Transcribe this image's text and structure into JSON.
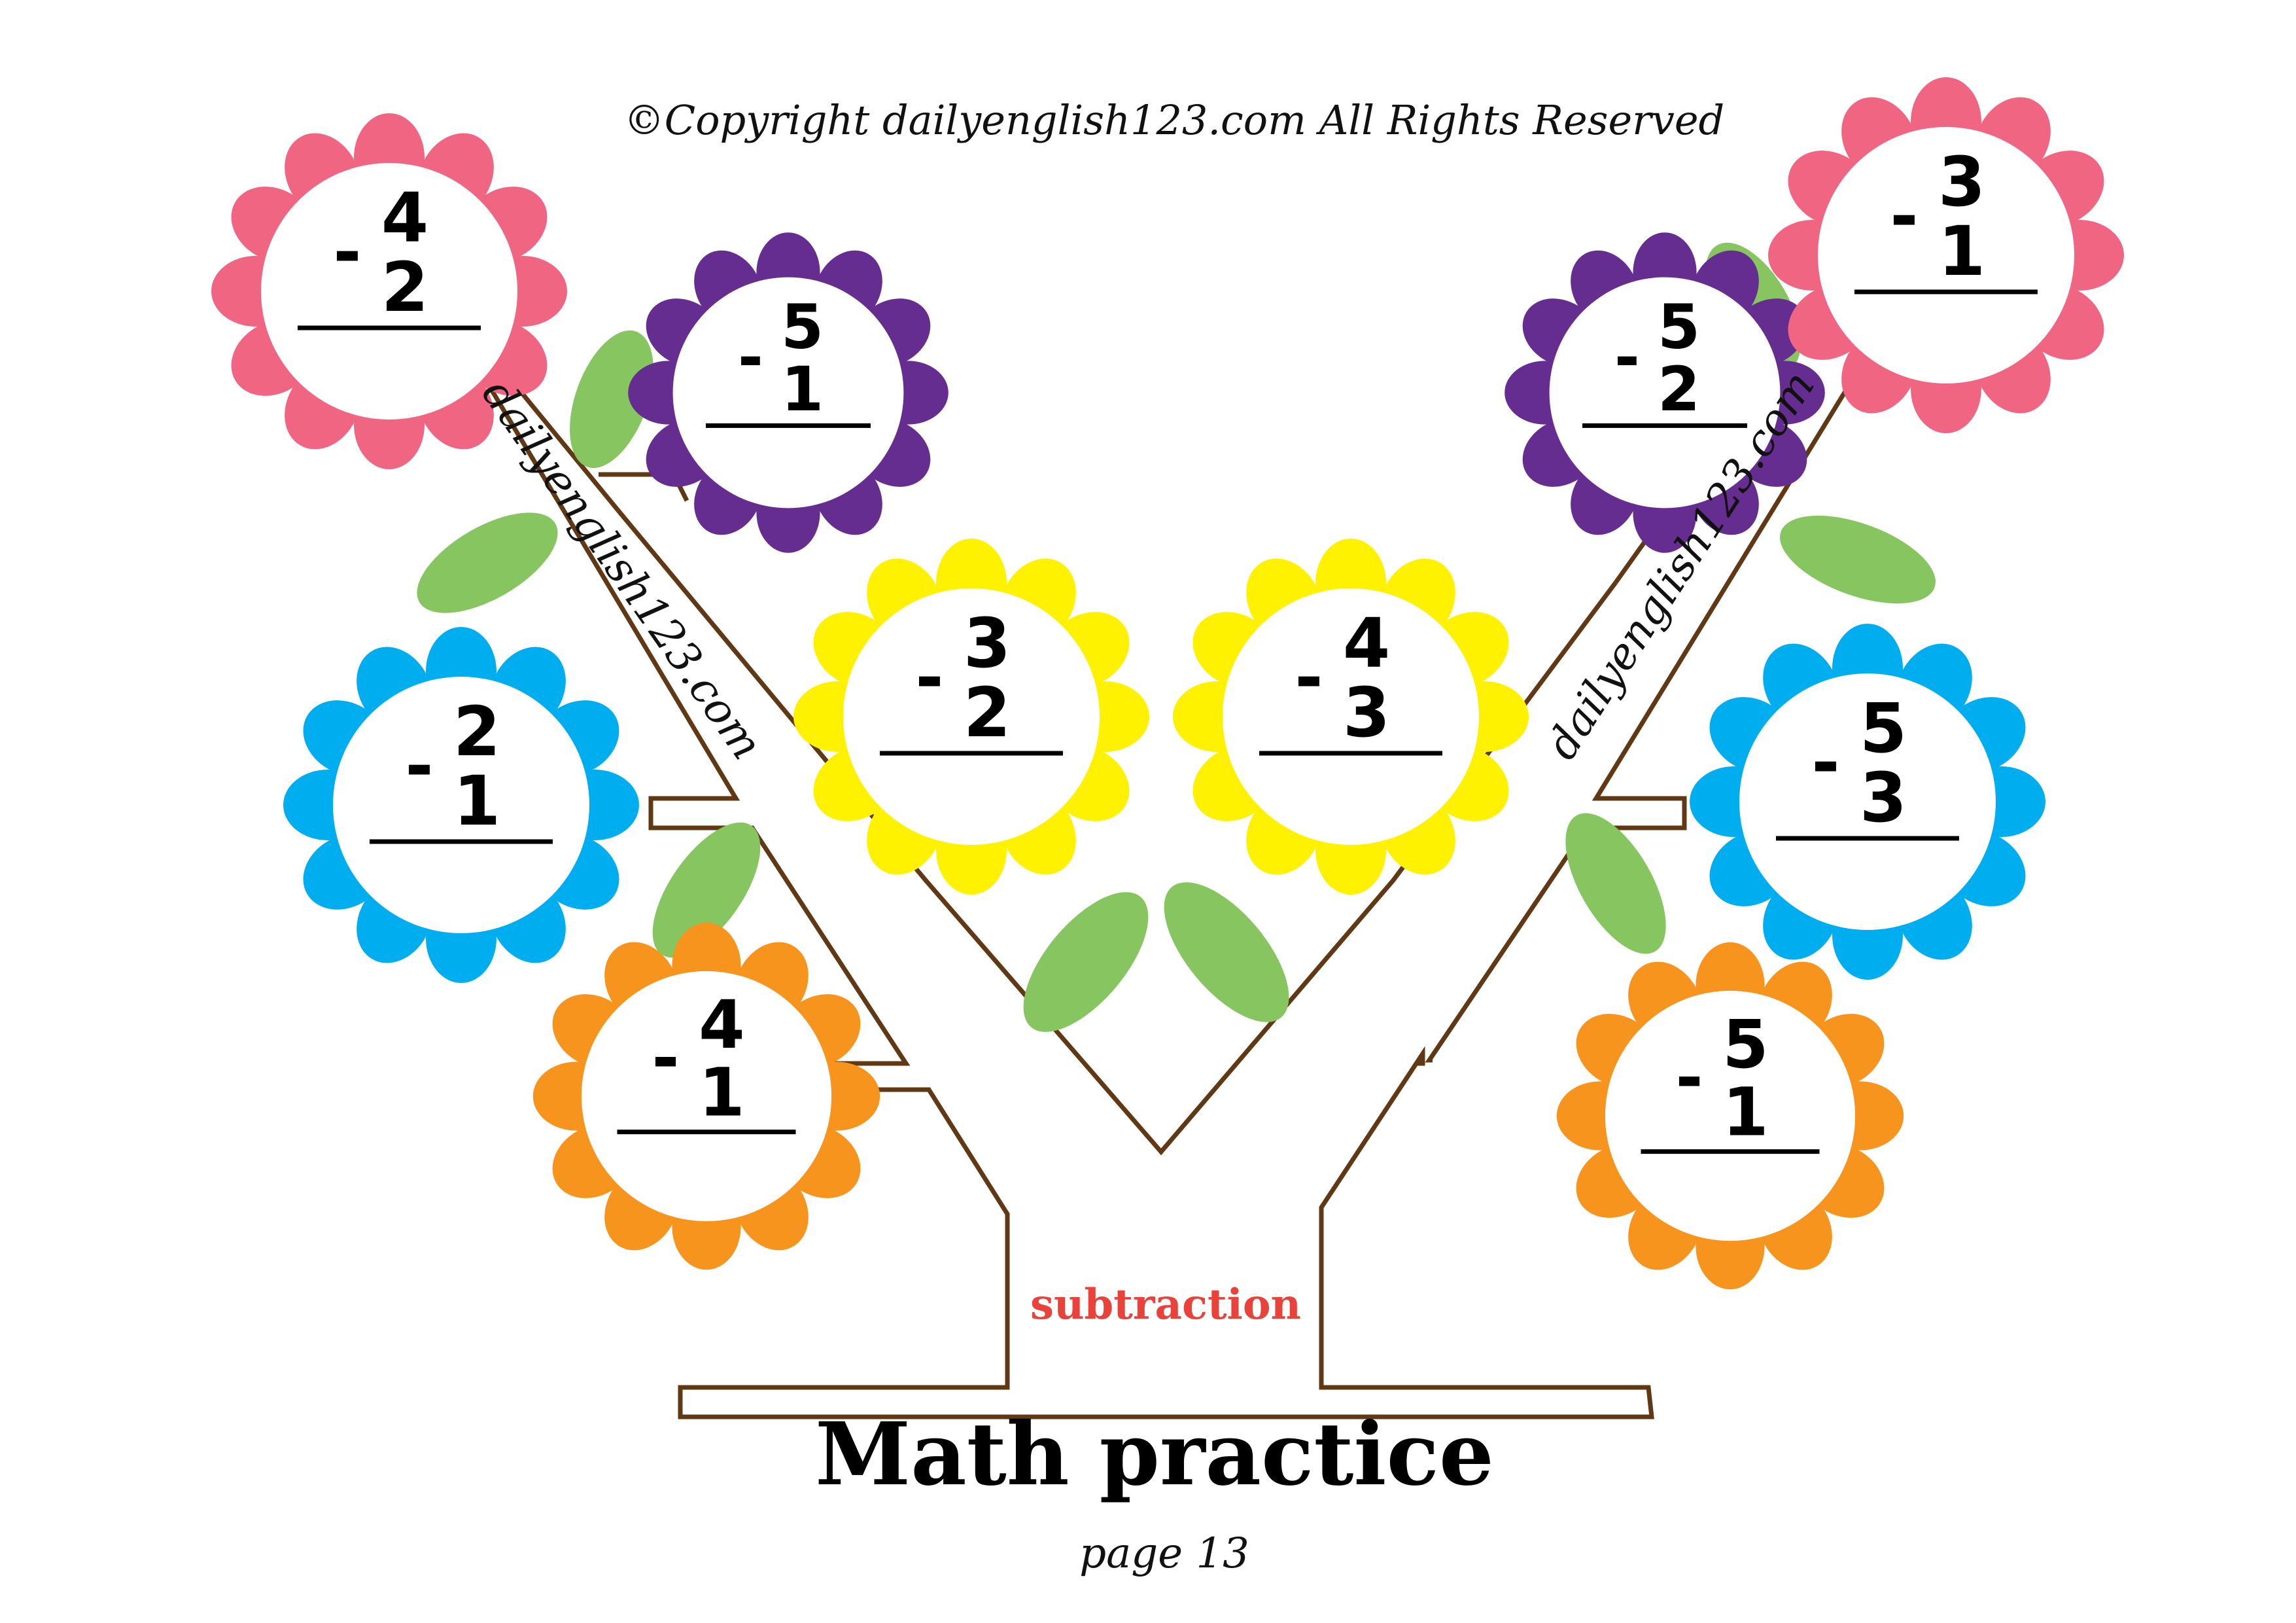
{
  "copyright": "©Copyright dailyenglish123.com  All Rights Reserved",
  "watermark_left": "dailyenglish123.com",
  "watermark_right": "dailyenglish123.com",
  "tag": "subtraction",
  "title": "Math practice",
  "page": "page 13",
  "operator": "-",
  "colors": {
    "pink": "#f06582",
    "purple": "#662d91",
    "yellow": "#fff200",
    "blue": "#00aeef",
    "orange": "#f7941d",
    "leaf": "#86c55f",
    "trunk": "#603813",
    "tag": "#e8423a"
  },
  "flowers": [
    {
      "id": "pink-left",
      "color": "pink",
      "top": "4",
      "bottom": "2"
    },
    {
      "id": "purple-left",
      "color": "purple",
      "top": "5",
      "bottom": "1"
    },
    {
      "id": "yellow-left",
      "color": "yellow",
      "top": "3",
      "bottom": "2"
    },
    {
      "id": "yellow-right",
      "color": "yellow",
      "top": "4",
      "bottom": "3"
    },
    {
      "id": "purple-right",
      "color": "purple",
      "top": "5",
      "bottom": "2"
    },
    {
      "id": "pink-right",
      "color": "pink",
      "top": "3",
      "bottom": "1"
    },
    {
      "id": "blue-left",
      "color": "blue",
      "top": "2",
      "bottom": "1"
    },
    {
      "id": "blue-right",
      "color": "blue",
      "top": "5",
      "bottom": "3"
    },
    {
      "id": "orange-left",
      "color": "orange",
      "top": "4",
      "bottom": "1"
    },
    {
      "id": "orange-right",
      "color": "orange",
      "top": "5",
      "bottom": "1"
    }
  ]
}
